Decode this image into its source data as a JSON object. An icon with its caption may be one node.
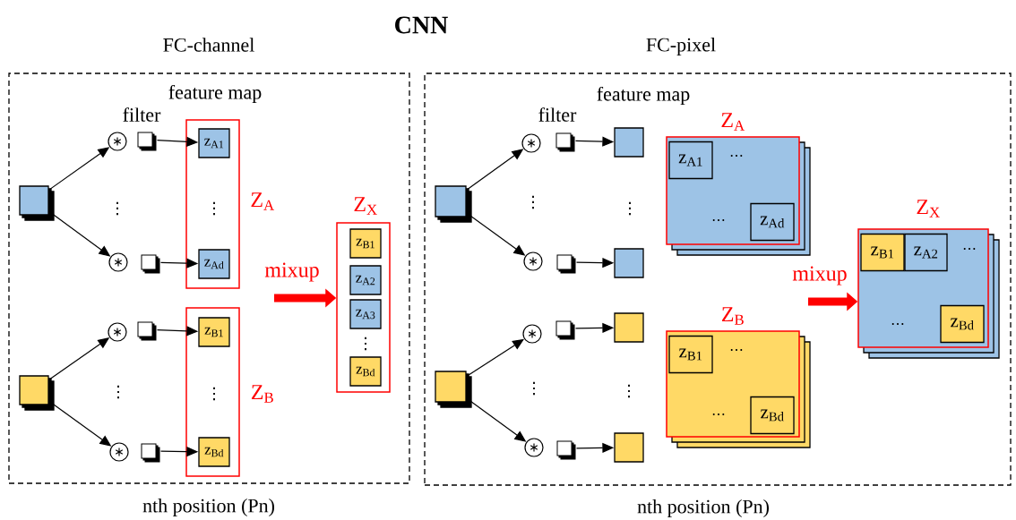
{
  "diagram": {
    "title": "CNN",
    "nodes": [
      {
        "text": [
          "FC-channel"
        ],
        "beside": [
          "nth position (Pn)"
        ]
      },
      {
        "text": [],
        "shape": "box",
        "in": 0
      },
      {
        "text": [
          "∗"
        ],
        "in": 0
      },
      {
        "text": [],
        "shape": "box",
        "in": 0
      },
      {
        "text": [
          "Z$_{A}$"
        ],
        "in": 0
      },
      {
        "text": [
          "z$_{A1}$"
        ],
        "in": 4
      },
      {
        "text": [
          "∗"
        ],
        "in": 0
      },
      {
        "text": [],
        "shape": "box",
        "in": 0
      },
      {
        "text": [
          "z$_{Ad}$"
        ],
        "in": 4
      },
      {
        "text": [],
        "shape": "box",
        "in": 0
      },
      {
        "text": [
          "∗"
        ],
        "in": 0
      },
      {
        "text": [],
        "shape": "box",
        "in": 0
      },
      {
        "text": [
          "Z$_{B}$"
        ],
        "in": 0
      },
      {
        "text": [
          "z$_{B1}$"
        ],
        "in": 12
      },
      {
        "text": [
          "∗"
        ],
        "in": 0
      },
      {
        "text": [],
        "shape": "box",
        "in": 0
      },
      {
        "text": [
          "z$_{Bd}$"
        ],
        "in": 12
      },
      {
        "text": [
          "Z$_{X}$"
        ],
        "in": 0
      },
      {
        "text": [
          "z$_{B1}$"
        ],
        "in": 17
      },
      {
        "text": [
          "z$_{A2}$"
        ],
        "in": 17
      },
      {
        "text": [
          "z$_{A3}$"
        ],
        "in": 17
      },
      {
        "text": [
          "z$_{Bd}$"
        ],
        "in": 17
      },
      {
        "text": [
          "FC-pixel"
        ],
        "beside": [
          "nth position (Pn)"
        ]
      },
      {
        "text": [],
        "shape": "box",
        "in": 22
      },
      {
        "text": [
          "∗"
        ],
        "in": 22
      },
      {
        "text": [],
        "shape": "box",
        "in": 22
      },
      {
        "text": [],
        "shape": "box",
        "in": 22
      },
      {
        "text": [
          "∗"
        ],
        "in": 22
      },
      {
        "text": [],
        "shape": "box",
        "in": 22
      },
      {
        "text": [],
        "shape": "box",
        "in": 22
      },
      {
        "text": [],
        "shape": "box",
        "in": 22
      },
      {
        "text": [
          "∗"
        ],
        "in": 22
      },
      {
        "text": [],
        "shape": "box",
        "in": 22
      },
      {
        "text": [],
        "shape": "box",
        "in": 22
      },
      {
        "text": [
          "∗"
        ],
        "in": 22
      },
      {
        "text": [],
        "shape": "box",
        "in": 22
      },
      {
        "text": [],
        "shape": "box",
        "in": 22
      },
      {
        "text": [
          "Z$_{A}$",
          "⋯",
          "⋯"
        ],
        "in": 22
      },
      {
        "text": [
          "z$_{A1}$"
        ],
        "in": 37
      },
      {
        "text": [
          "z$_{Ad}$"
        ],
        "in": 37
      },
      {
        "text": [
          "Z$_{B}$",
          "⋯",
          "⋯"
        ],
        "in": 22
      },
      {
        "text": [
          "z$_{B1}$"
        ],
        "in": 40
      },
      {
        "text": [
          "z$_{Bd}$"
        ],
        "in": 40
      },
      {
        "text": [
          "Z$_{X}$",
          "⋯",
          "⋯"
        ],
        "in": 22
      },
      {
        "text": [
          "z$_{B1}$"
        ],
        "in": 43
      },
      {
        "text": [
          "z$_{A2}$"
        ],
        "in": 43
      },
      {
        "text": [
          "z$_{Bd}$"
        ],
        "in": 43
      }
    ],
    "edges": [
      {
        "from": 1,
        "to": 2,
        "arrow": "to"
      },
      {
        "from": 1,
        "to": 6,
        "arrow": "to"
      },
      {
        "from": 3,
        "to": 5,
        "arrow": "to"
      },
      {
        "from": 7,
        "to": 8,
        "arrow": "to"
      },
      {
        "from": 9,
        "to": 10,
        "arrow": "to"
      },
      {
        "from": 9,
        "to": 14,
        "arrow": "to"
      },
      {
        "from": 11,
        "to": 13,
        "arrow": "to"
      },
      {
        "from": 15,
        "to": 16,
        "arrow": "to"
      },
      {
        "from": null,
        "to": 17,
        "arrow": "to",
        "label": "mixup",
        "style": "thick",
        "color": "#ff0000"
      },
      {
        "from": 23,
        "to": 24,
        "arrow": "to"
      },
      {
        "from": 23,
        "to": 27,
        "arrow": "to"
      },
      {
        "from": 25,
        "to": 26,
        "arrow": "to"
      },
      {
        "from": 28,
        "to": 29,
        "arrow": "to"
      },
      {
        "from": 30,
        "to": 31,
        "arrow": "to"
      },
      {
        "from": 30,
        "to": 34,
        "arrow": "to"
      },
      {
        "from": 32,
        "to": 33,
        "arrow": "to"
      },
      {
        "from": 35,
        "to": 36,
        "arrow": "to"
      },
      {
        "from": null,
        "to": 43,
        "arrow": "to",
        "label": "mixup",
        "style": "thick",
        "color": "#ff0000"
      }
    ],
    "labels": [
      "feature map",
      "filter",
      "⋮",
      "⋮",
      "⋮",
      "⋮",
      "⋮",
      "feature map",
      "filter",
      "⋮",
      "⋮",
      "⋮",
      "⋮"
    ]
  }
}
